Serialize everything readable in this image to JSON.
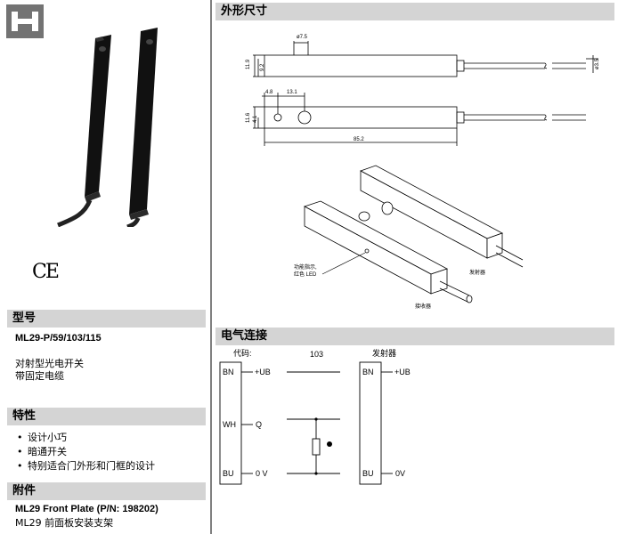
{
  "left": {
    "ce_mark": "CE",
    "model": {
      "heading": "型号",
      "code": "ML29-P/59/103/115",
      "desc1": "对射型光电开关",
      "desc2": "带固定电缆"
    },
    "features": {
      "heading": "特性",
      "items": [
        "设计小巧",
        "暗通开关",
        "特别适合门外形和门框的设计"
      ]
    },
    "accessories": {
      "heading": "附件",
      "product": "ML29 Front Plate (P/N: 198202)",
      "desc": "ML29 前面板安装支架"
    }
  },
  "dimensions": {
    "heading": "外形尺寸",
    "labels": {
      "hole_dia": "ø7.5",
      "height1": "11.9",
      "height1_inner": "9.2",
      "cable_dia": "ø3.5",
      "offset1": "4.8",
      "offset2": "13.1",
      "height2": "11.6",
      "height2_inner": "4.1",
      "length": "85.2"
    },
    "iso": {
      "led_label1": "功能指示,",
      "led_label2": "红色 LED",
      "emitter": "发射器",
      "receiver": "接收器"
    }
  },
  "electrical": {
    "heading": "电气连接",
    "code_label": "代码:",
    "code": "103",
    "emitter_label": "发射器",
    "receiver_pins": [
      {
        "pin": "BN",
        "signal": "+UB"
      },
      {
        "pin": "WH",
        "signal": "Q"
      },
      {
        "pin": "BU",
        "signal": "0 V"
      }
    ],
    "emitter_pins": [
      {
        "pin": "BN",
        "signal": "+UB"
      },
      {
        "pin": "BU",
        "signal": "0V"
      }
    ]
  }
}
